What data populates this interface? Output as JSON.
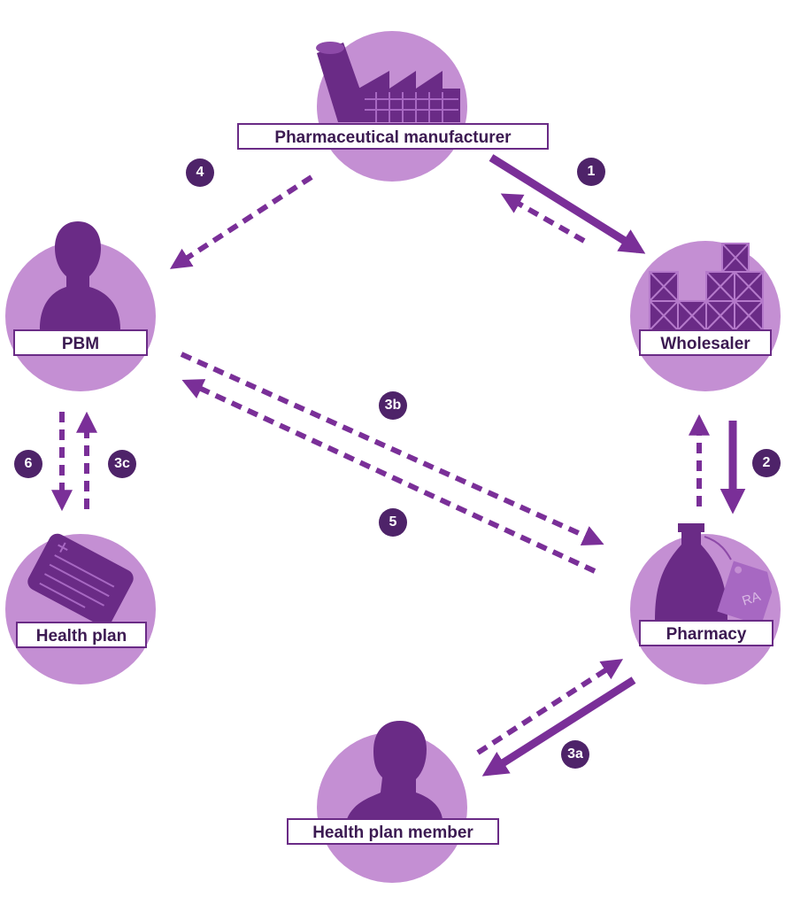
{
  "nodes": {
    "manufacturer": "Pharmaceutical manufacturer",
    "wholesaler": "Wholesaler",
    "pbm": "PBM",
    "health_plan": "Health plan",
    "pharmacy": "Pharmacy",
    "member": "Health plan member",
    "pharmacy_tag_text": "RA"
  },
  "steps": {
    "s1": "1",
    "s2": "2",
    "s3a": "3a",
    "s3b": "3b",
    "s3c": "3c",
    "s4": "4",
    "s5": "5",
    "s6": "6"
  },
  "colors": {
    "circle": "#c48fd3",
    "icon": "#6a2b86",
    "badge": "#4e2369",
    "arrow": "#7a2f98"
  }
}
